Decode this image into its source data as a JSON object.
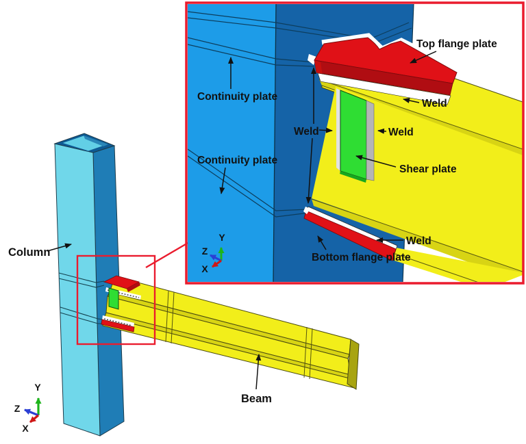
{
  "figure_labels": {
    "main_view": {
      "column": "Column",
      "beam": "Beam",
      "axis_triad": {
        "x": "X",
        "y": "Y",
        "z": "Z"
      }
    },
    "inset": {
      "top_flange_plate": "Top flange plate",
      "weld_top": "Weld",
      "weld_left": "Weld",
      "weld_mid": "Weld",
      "weld_bottom": "Weld",
      "continuity_plate_top": "Continuity plate",
      "continuity_plate_bottom": "Continuity plate",
      "shear_plate": "Shear plate",
      "bottom_flange_plate": "Bottom flange plate",
      "axis_triad": {
        "x": "X",
        "y": "Y",
        "z": "Z"
      }
    }
  },
  "colors": {
    "accent_red": "#ea1c2e",
    "main_column_light": "#70d7ea",
    "main_column_dark": "#1f7db6",
    "main_rim_dark": "#0e5a94",
    "main_rim_inner": "#62cfe6",
    "inset_column_light": "#1d9ce8",
    "inset_column_dark": "#1563a7",
    "beam_yellow": "#f2ee1a",
    "beam_yellow_mid": "#d8d414",
    "beam_yellow_dark": "#a8a410",
    "plate_red": "#e01117",
    "plate_red_dark": "#b00d12",
    "plate_red_deep": "#c8100f",
    "shear_green": "#2fdd33",
    "shear_green_dark": "#17a81f",
    "weld_gray": "#b5b5b5",
    "weld_light": "#e2e2e2",
    "weld_white": "#ffffff",
    "axis_green": "#1db41b",
    "axis_blue": "#2b3fd4",
    "axis_red": "#cf1716",
    "ink": "#111111"
  }
}
